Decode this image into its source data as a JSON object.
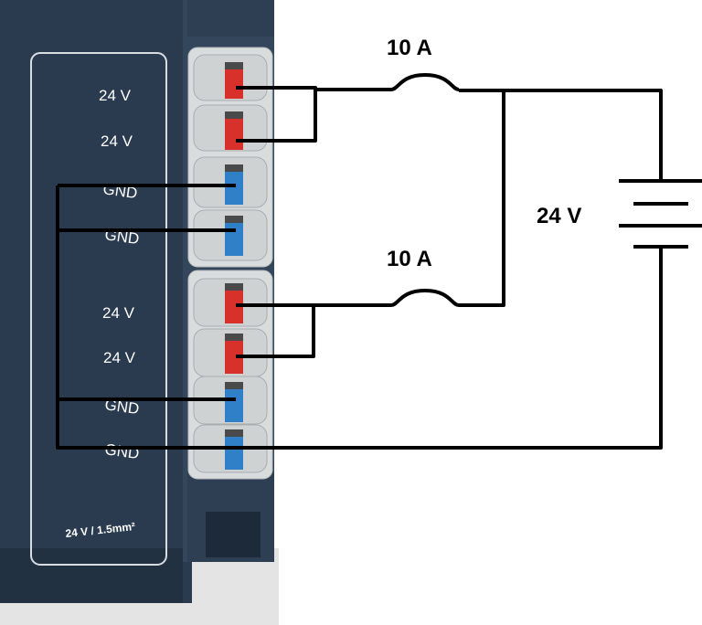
{
  "device": {
    "terminal_labels": [
      "24 V",
      "24 V",
      "GND",
      "GND",
      "24 V",
      "24 V",
      "GND",
      "GND"
    ],
    "spec": "24 V / 1.5mm²",
    "colors": {
      "housing": "#2b3b4f",
      "housing_edge": "#3b4c62",
      "connector": "#d9dcdd",
      "pos_lever": "#d8312c",
      "gnd_lever": "#2f80c8"
    }
  },
  "circuit": {
    "fuse_top": "10 A",
    "fuse_bottom": "10 A",
    "battery": "24 V",
    "wire_color": "#000000"
  }
}
